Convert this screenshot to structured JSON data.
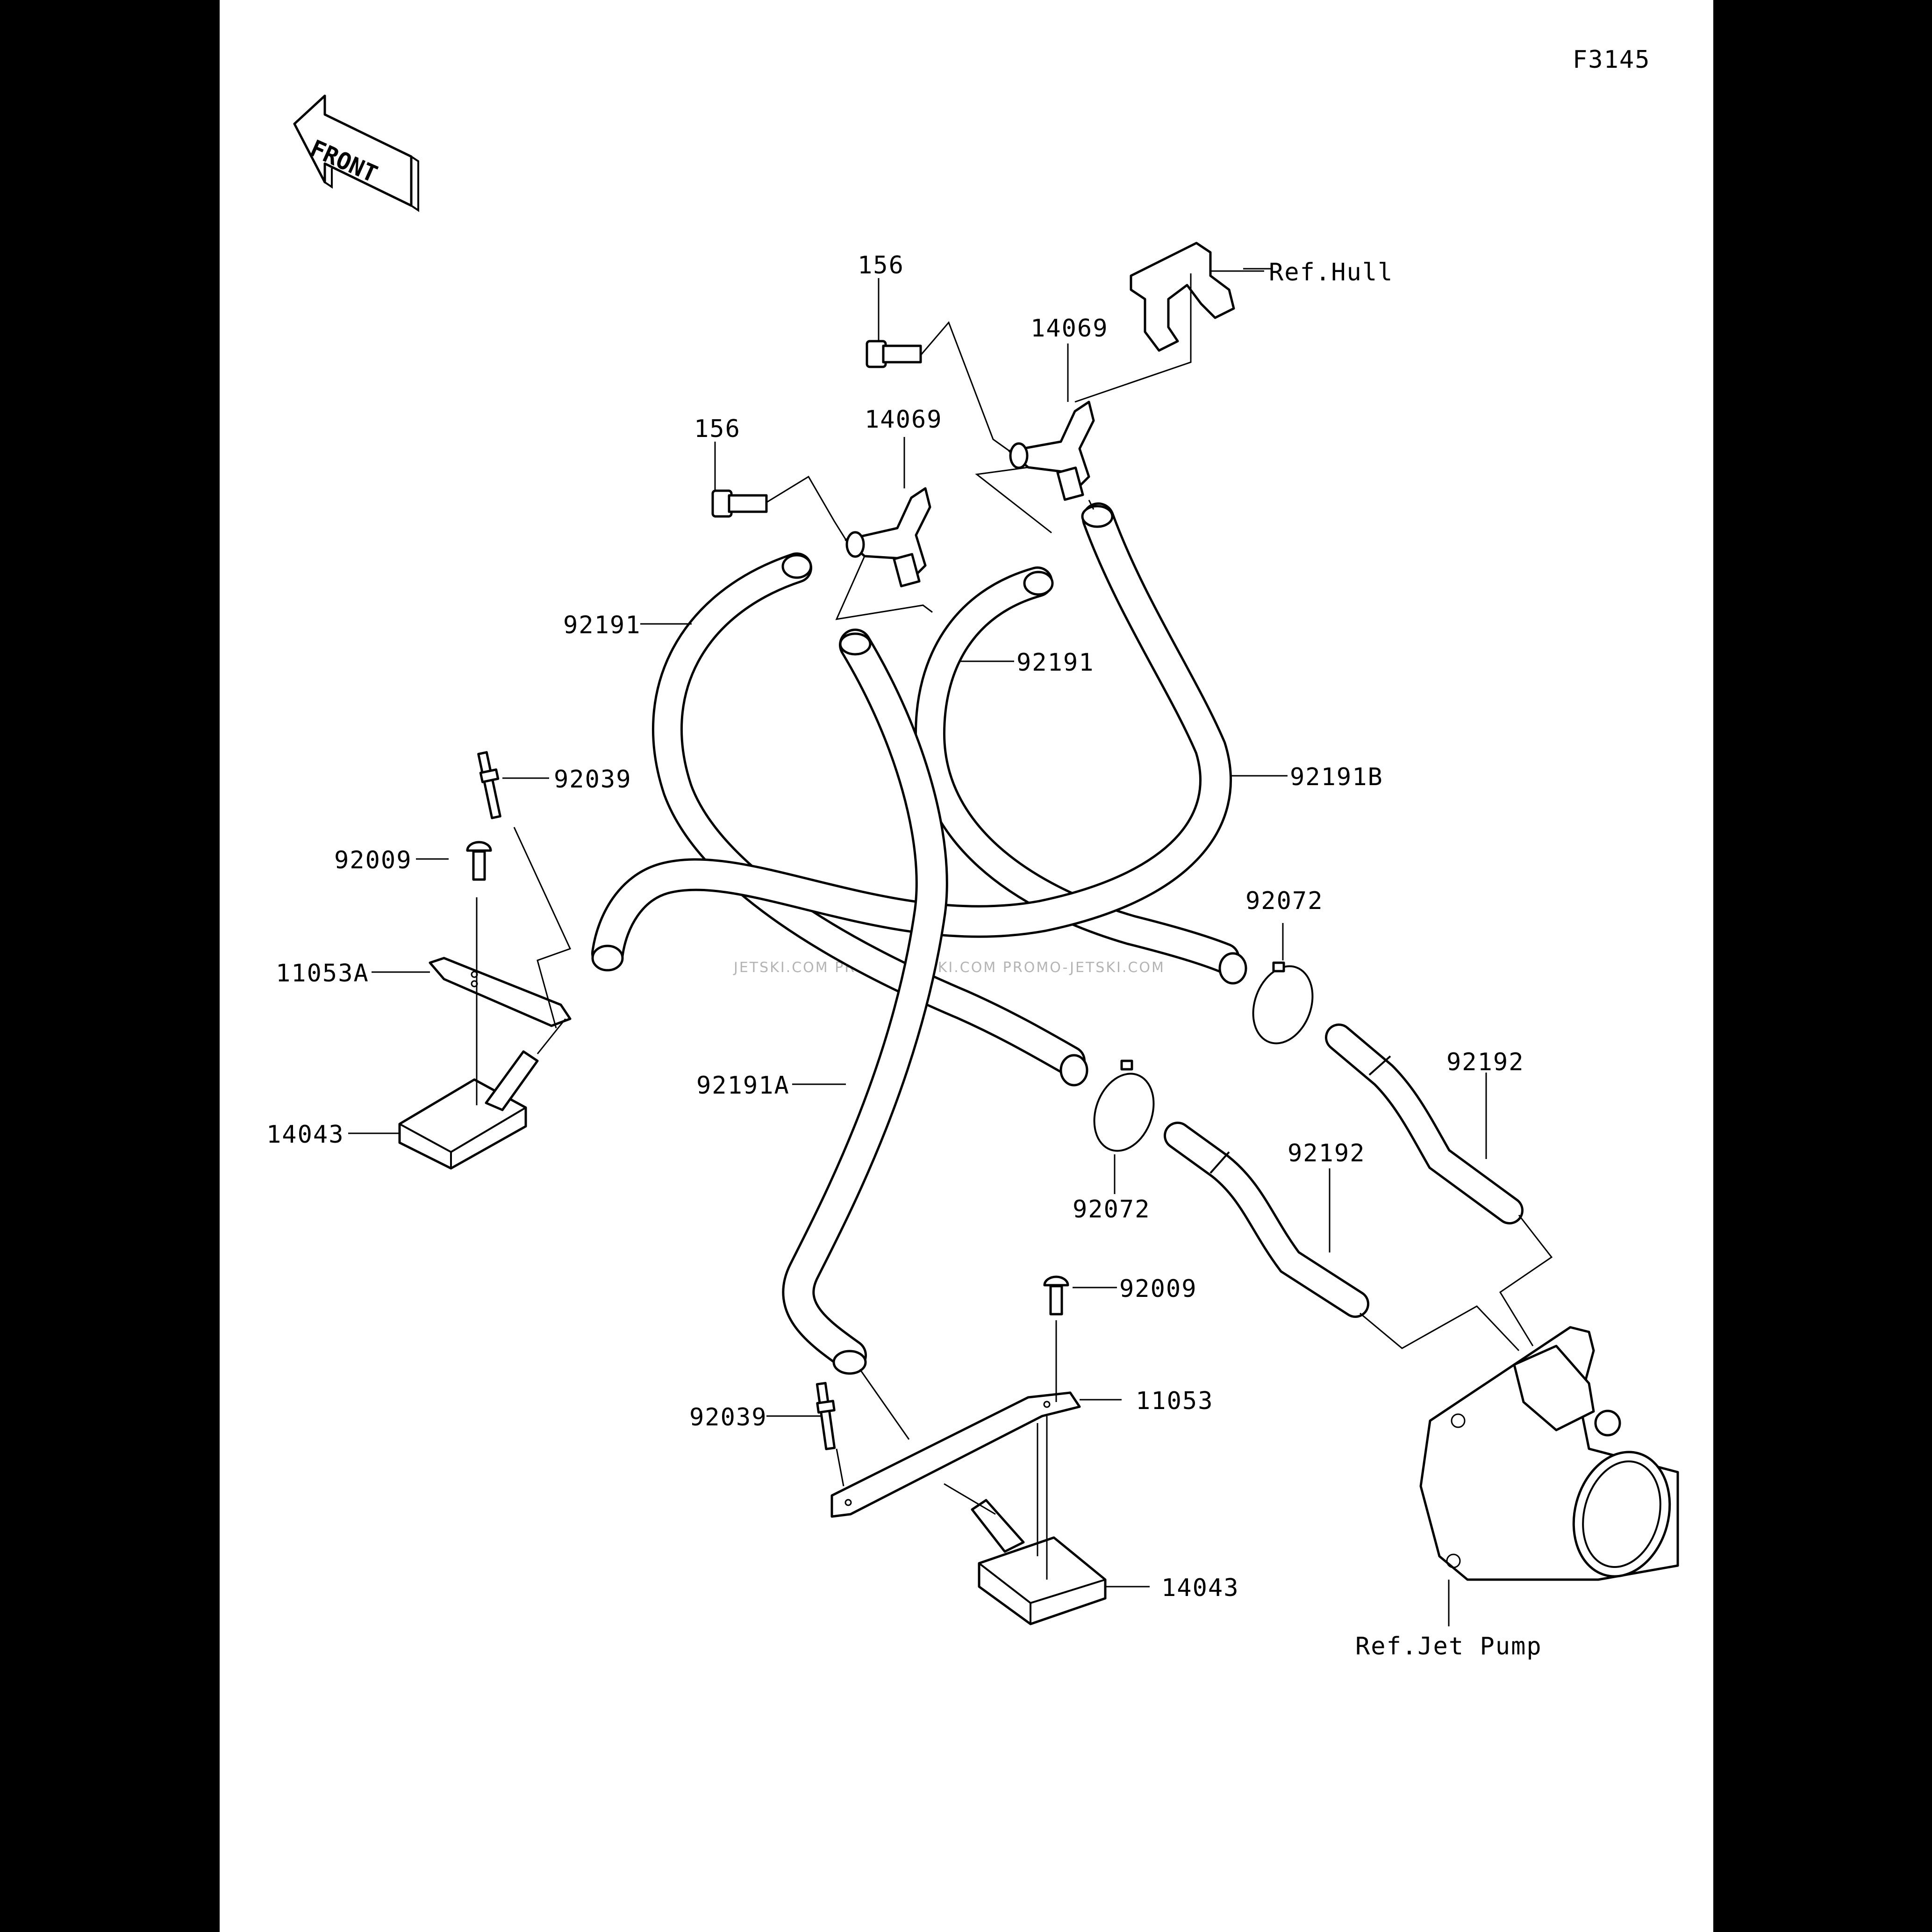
{
  "figure_code": "F3145",
  "front_label": "FRONT",
  "watermark": "JETSKI.COM PROMO-JETSKI.COM PROMO-JETSKI.COM",
  "labels": {
    "p156_top": "156",
    "p156_mid": "156",
    "p14069_top": "14069",
    "p14069_mid": "14069",
    "ref_hull": "Ref.Hull",
    "p92191_left": "92191",
    "p92191_mid": "92191",
    "p92191b": "92191B",
    "p92039_top": "92039",
    "p92009_top": "92009",
    "p11053a": "11053A",
    "p14043_left": "14043",
    "p92072_right": "92072",
    "p92072_mid": "92072",
    "p92192_right": "92192",
    "p92192_mid": "92192",
    "p92191a": "92191A",
    "p92009_bot": "92009",
    "p11053": "11053",
    "p92039_bot": "92039",
    "p14043_bot": "14043",
    "ref_jet_pump": "Ref.Jet Pump"
  }
}
